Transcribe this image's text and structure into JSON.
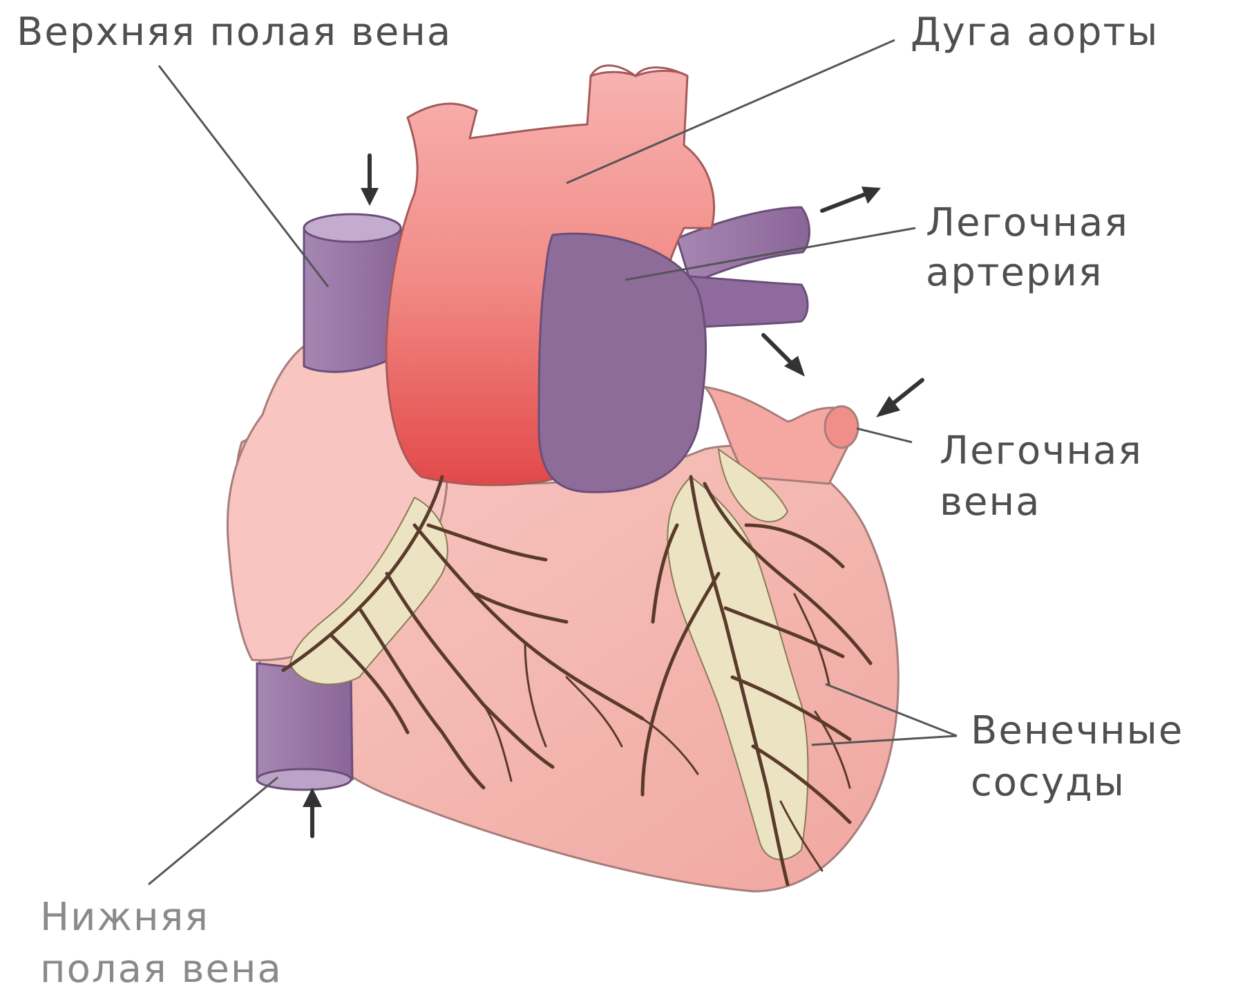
{
  "labels": {
    "superior_vena_cava": "Верхняя полая вена",
    "aortic_arch": "Дуга аорты",
    "pulmonary_artery": [
      "Легочная",
      "артерия"
    ],
    "pulmonary_vein": [
      "Легочная",
      "вена"
    ],
    "coronary_vessels": [
      "Венечные",
      "сосуды"
    ],
    "inferior_vena_cava": [
      "Нижняя",
      "полая вена"
    ]
  },
  "colors": {
    "aorta": "#ec6a6a",
    "vein_purple": "#8e6a9c",
    "muscle_pink": "#f4b5b0",
    "coronary_vessel": "#5a3a2a",
    "fat": "#ece3c2",
    "leader_line": "#555555",
    "label_text": "#4f4f4f"
  }
}
